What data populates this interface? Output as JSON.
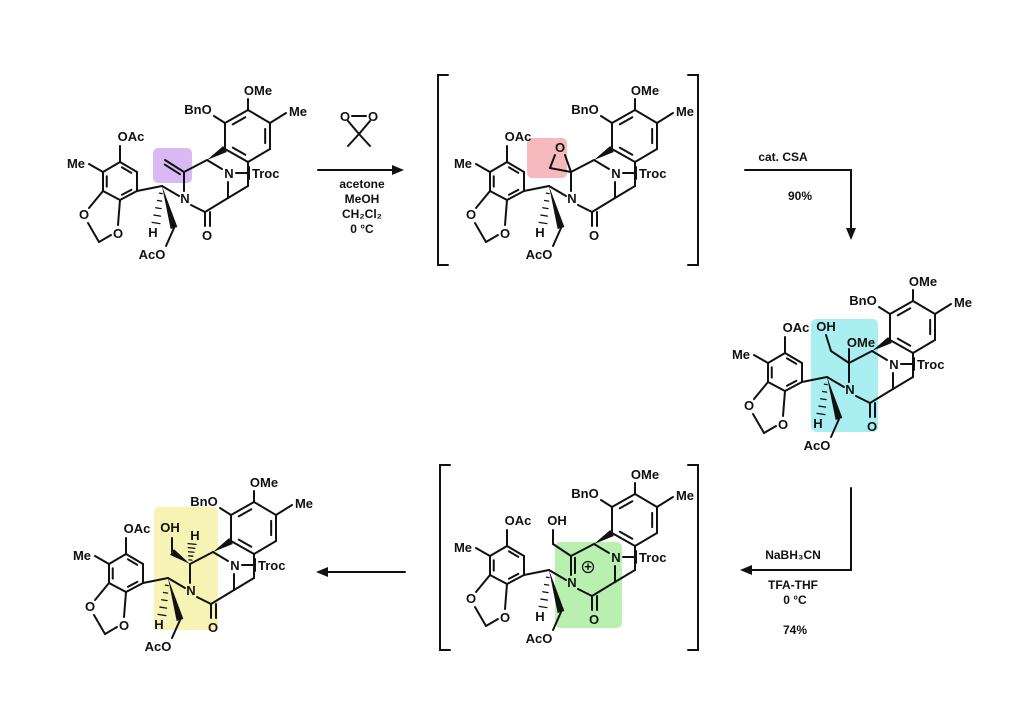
{
  "colors": {
    "alkene_highlight": "#d9b9f4",
    "epoxide_highlight": "#f6b9bd",
    "hemiaminal_highlight": "#a9eef0",
    "iminium_highlight": "#b9f0b0",
    "product_highlight": "#f7f3b5"
  },
  "molecules": {
    "labels": {
      "oac": "OAc",
      "me_left": "Me",
      "o1": "O",
      "o2": "O",
      "h": "H",
      "aco": "AcO",
      "n": "N",
      "carbonyl_o": "O",
      "n_bridge": "N",
      "troc": "Troc",
      "ome": "OMe",
      "me_right": "Me",
      "bno": "BnO"
    },
    "epoxide_o": "O",
    "hemiaminal": {
      "oh": "OH",
      "ome": "OMe"
    },
    "iminium": {
      "oh": "OH",
      "charge": "+"
    },
    "product": {
      "oh": "OH",
      "h": "H"
    }
  },
  "step1": {
    "reagent_icon": "dimethyldioxirane",
    "dioxirane_o1": "O",
    "dioxirane_o2": "O",
    "conditions": [
      "acetone",
      "MeOH",
      "CH₂Cl₂",
      "0 °C"
    ]
  },
  "step2": {
    "reagent": "cat. CSA",
    "yield": "90%"
  },
  "step3": {
    "reagent": "NaBH₃CN",
    "solvent": "TFA-THF",
    "temp": "0 °C",
    "yield": "74%"
  }
}
